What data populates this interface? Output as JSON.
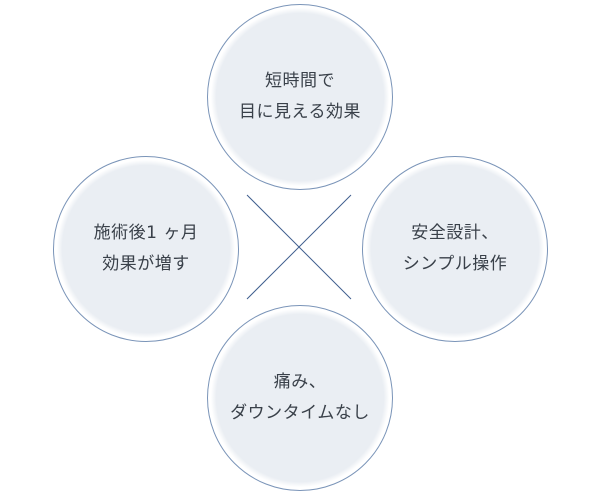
{
  "diagram": {
    "background": "#ffffff",
    "circle_fill": "#eaeef3",
    "circle_border": "#7a94b8",
    "line_color": "#3f5e8e",
    "text_color": "#394049",
    "nodes": [
      {
        "position": "top",
        "lines": [
          "短時間で",
          "目に見える効果"
        ]
      },
      {
        "position": "left",
        "lines": [
          "施術後1 ヶ月",
          "効果が増す"
        ]
      },
      {
        "position": "right",
        "lines": [
          "安全設計、",
          "シンプル操作"
        ]
      },
      {
        "position": "bottom",
        "lines": [
          "痛み、",
          "ダウンタイムなし"
        ]
      }
    ]
  }
}
